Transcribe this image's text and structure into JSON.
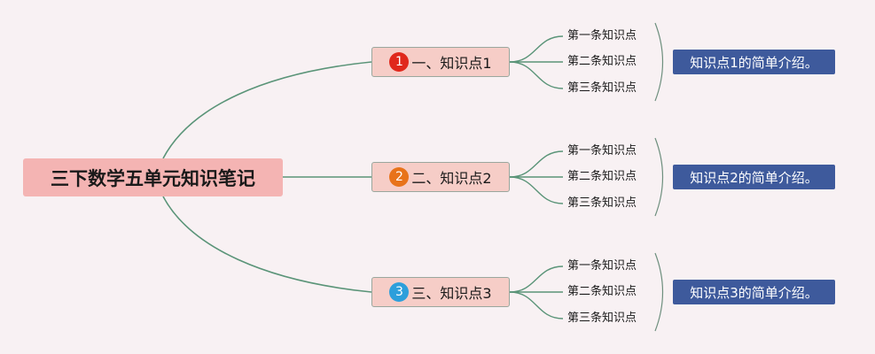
{
  "mindmap": {
    "root": {
      "label": "三下数学五单元知识笔记"
    },
    "branches": [
      {
        "number": "1",
        "label": "一、知识点1",
        "badge_color": "#e0281c",
        "leaves": [
          "第一条知识点",
          "第二条知识点",
          "第三条知识点"
        ],
        "summary": "知识点1的简单介绍。"
      },
      {
        "number": "2",
        "label": "二、知识点2",
        "badge_color": "#e8731a",
        "leaves": [
          "第一条知识点",
          "第二条知识点",
          "第三条知识点"
        ],
        "summary": "知识点2的简单介绍。"
      },
      {
        "number": "3",
        "label": "三、知识点3",
        "badge_color": "#2d9fdb",
        "leaves": [
          "第一条知识点",
          "第二条知识点",
          "第三条知识点"
        ],
        "summary": "知识点3的简单介绍。"
      }
    ]
  },
  "colors": {
    "connector": "#5a9478",
    "summary_bracket": "#6e8f7e",
    "root_fill": "#f4b4b3",
    "branch_fill": "#f6cdc7",
    "summary_fill": "#3e5a9c"
  }
}
